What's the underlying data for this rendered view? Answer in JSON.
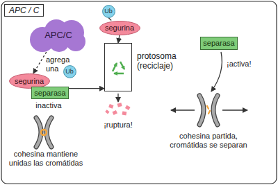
{
  "diagram": {
    "title": "APC / C",
    "nodes": [
      {
        "text": [
          "APC/C"
        ]
      },
      {
        "text": [
          "Ub"
        ]
      },
      {
        "text": [
          "segurina"
        ]
      },
      {
        "text": [
          "separasa"
        ]
      },
      {
        "text": [
          "Ub"
        ]
      },
      {
        "text": [
          "segurina"
        ]
      },
      {
        "text": [
          "protosoma (reciclaje)"
        ]
      },
      {
        "text": [
          "separasa"
        ]
      }
    ],
    "edges": [
      {
        "from": 0,
        "to": 2,
        "label": "agrega una",
        "arrow": "to"
      },
      {
        "from": 3,
        "to": 6,
        "arrow": "to"
      },
      {
        "from": 4,
        "to": 5,
        "arrow": "none"
      },
      {
        "from": 5,
        "to": 6,
        "arrow": "to"
      }
    ],
    "labels": [
      "inactiva",
      "cohesina mantiene unidas las cromátidas",
      "¡ruptura!",
      "¡activa!",
      "cohesina partida, cromátidas se separan"
    ]
  }
}
